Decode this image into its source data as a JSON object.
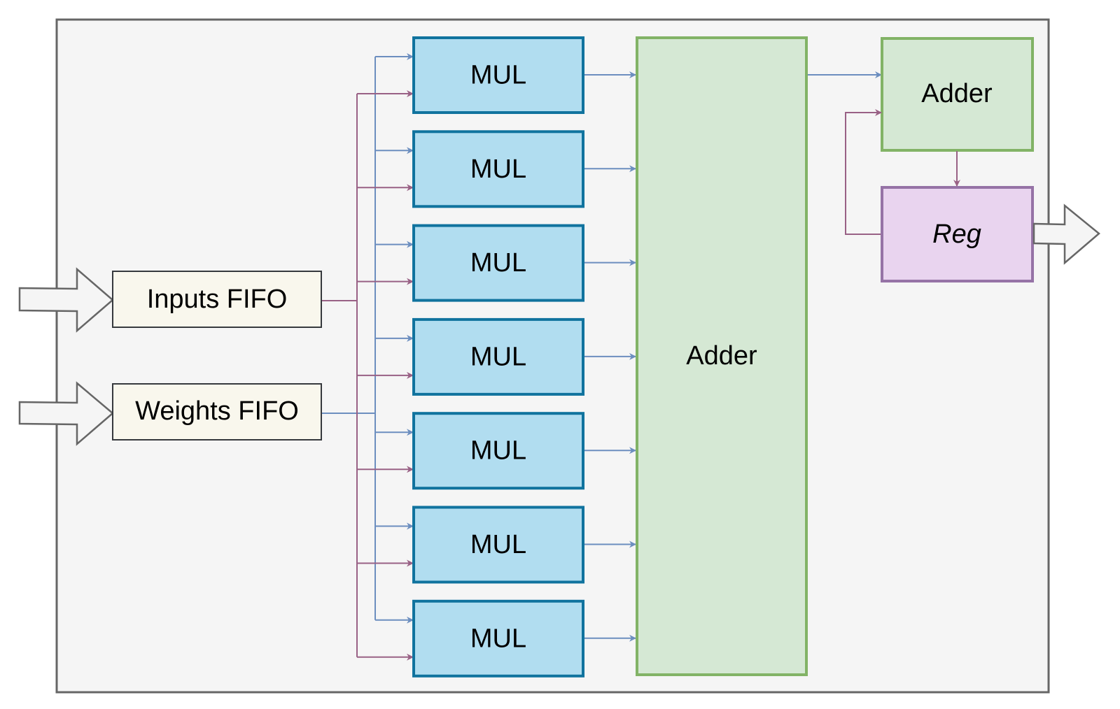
{
  "diagram": {
    "inputs_fifo": {
      "label": "Inputs FIFO",
      "fill": "#f9f7ed",
      "stroke": "#36393d"
    },
    "weights_fifo": {
      "label": "Weights FIFO",
      "fill": "#f9f7ed",
      "stroke": "#36393d"
    },
    "multipliers": [
      {
        "label": "MUL"
      },
      {
        "label": "MUL"
      },
      {
        "label": "MUL"
      },
      {
        "label": "MUL"
      },
      {
        "label": "MUL"
      },
      {
        "label": "MUL"
      },
      {
        "label": "MUL"
      }
    ],
    "mul_style": {
      "fill": "#b1ddf0",
      "stroke": "#10739e"
    },
    "adder_tree": {
      "label": "Adder",
      "fill": "#d5e8d4",
      "stroke": "#82b366"
    },
    "accum_adder": {
      "label": "Adder",
      "fill": "#d5e8d4",
      "stroke": "#82b366"
    },
    "register": {
      "label": "Reg",
      "fill": "#e9d4ef",
      "stroke": "#9673a6"
    },
    "colors": {
      "container_fill": "#f5f5f5",
      "container_stroke": "#666666",
      "weights_wire": "#6c8ebf",
      "inputs_wire": "#996185",
      "io_arrow_fill": "#f5f5f5",
      "io_arrow_stroke": "#666666"
    }
  }
}
